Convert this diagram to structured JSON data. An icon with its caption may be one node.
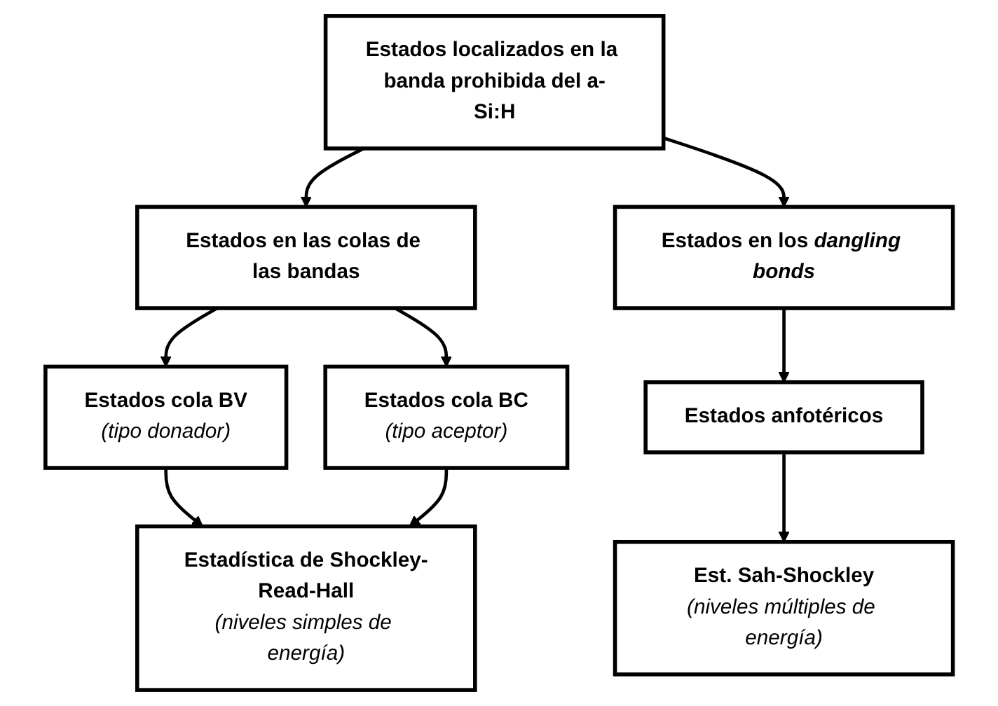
{
  "diagram": {
    "nodes": [
      {
        "text": [
          "Estados localizados en la banda prohibida del a-Si:H"
        ]
      },
      {
        "text": [
          "Estados en las colas de las bandas"
        ]
      },
      {
        "text": [
          "Estados en los *dangling bonds*"
        ]
      },
      {
        "text": [
          "Estados cola BV",
          "(tipo donador)"
        ]
      },
      {
        "text": [
          "Estados cola BC",
          "(tipo aceptor)"
        ]
      },
      {
        "text": [
          "Estados anfotéricos"
        ]
      },
      {
        "text": [
          "Estadística de Shockley-Read-Hall",
          "(niveles simples de energía)"
        ]
      },
      {
        "text": [
          "Est. Sah-Shockley",
          "(niveles múltiples de energía)"
        ]
      }
    ],
    "edges": [
      {
        "from": 0,
        "to": 1,
        "arrow": "to"
      },
      {
        "from": 0,
        "to": 2,
        "arrow": "to"
      },
      {
        "from": 1,
        "to": 3,
        "arrow": "to"
      },
      {
        "from": 1,
        "to": 4,
        "arrow": "to"
      },
      {
        "from": 2,
        "to": 5,
        "arrow": "to"
      },
      {
        "from": 3,
        "to": 6,
        "arrow": "to"
      },
      {
        "from": 4,
        "to": 6,
        "arrow": "to"
      },
      {
        "from": 5,
        "to": 7,
        "arrow": "to"
      }
    ]
  }
}
